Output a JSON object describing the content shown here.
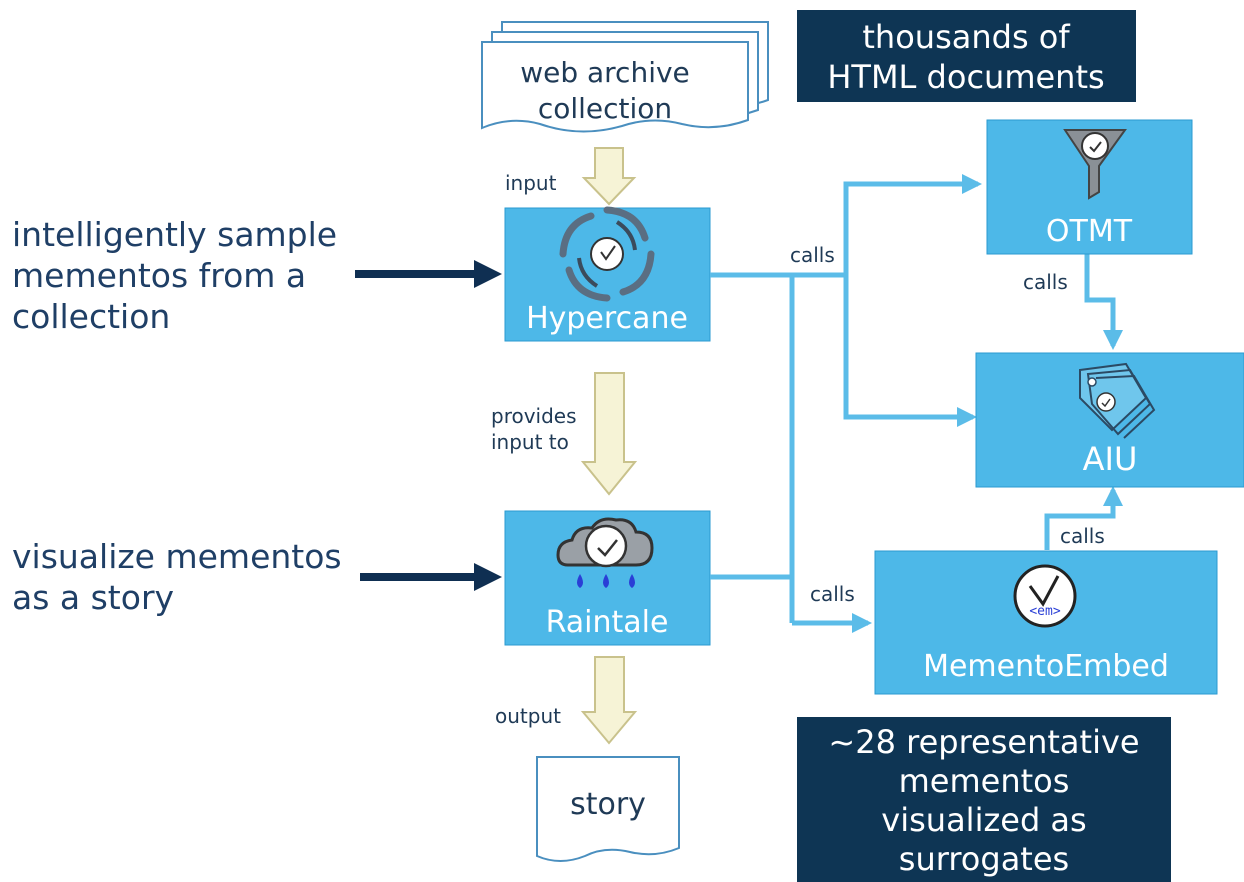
{
  "web_archive": {
    "line1": "web archive",
    "line2": "collection"
  },
  "story_doc": {
    "label": "story"
  },
  "callout_top": {
    "line1": "thousands of",
    "line2": "HTML documents"
  },
  "callout_bottom": {
    "line1": "~28 representative",
    "line2": "mementos",
    "line3": "visualized as",
    "line4": "surrogates"
  },
  "side_text_top": {
    "line1": "intelligently sample",
    "line2": "mementos from a",
    "line3": "collection"
  },
  "side_text_bottom": {
    "line1": "visualize mementos",
    "line2": "as a story"
  },
  "boxes": {
    "hypercane": "Hypercane",
    "raintale": "Raintale",
    "otmt": "OTMT",
    "aiu": "AIU",
    "mementoembed": "MementoEmbed",
    "em_tag": "<em>"
  },
  "edge_labels": {
    "input": "input",
    "provides_line1": "provides",
    "provides_line2": "input to",
    "output": "output",
    "calls_hypercane": "calls",
    "calls_otmt": "calls",
    "calls_raintale": "calls",
    "calls_memento": "calls"
  },
  "colors": {
    "box_fill": "#4db8e8",
    "box_stroke": "#2a9ad0",
    "connector": "#5bbce8",
    "dark_panel": "#0e3554",
    "navy_arrow": "#0f2f52",
    "hollow_arrow_fill": "#f6f3d6",
    "hollow_arrow_stroke": "#c9c28c",
    "side_text": "#1f3f66"
  },
  "icons": {
    "hypercane": "swirl-clock-icon",
    "raintale": "raincloud-clock-icon",
    "otmt": "funnel-clock-icon",
    "aiu": "tags-clock-icon",
    "mementoembed": "clock-em-icon"
  }
}
